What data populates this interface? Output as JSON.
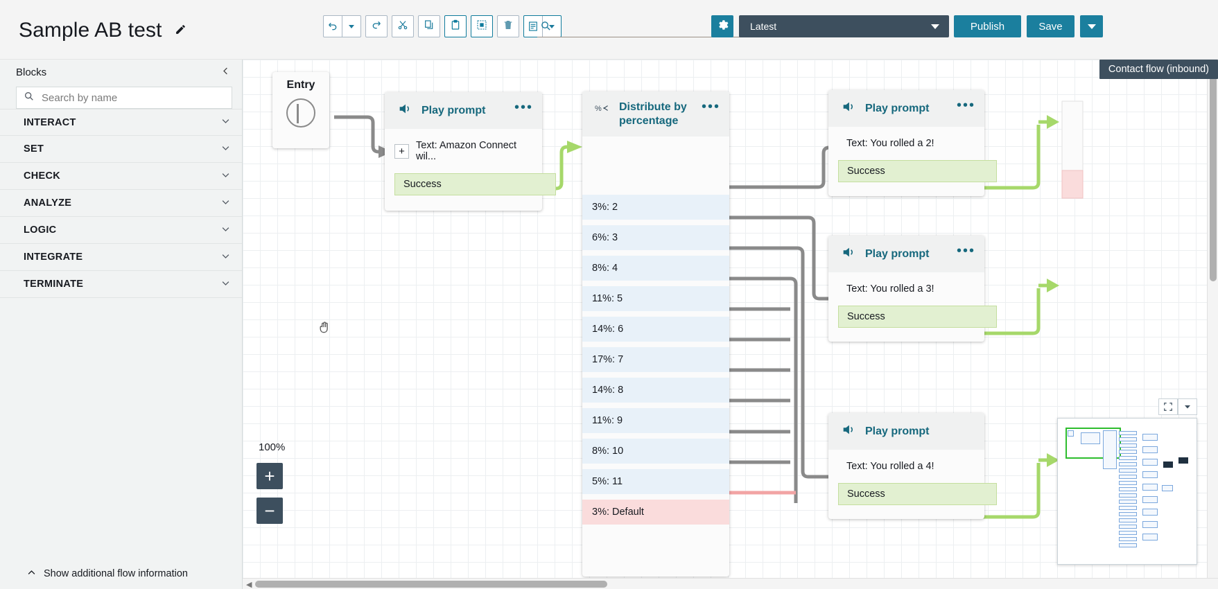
{
  "header": {
    "flow_title": "Sample AB test",
    "edit_icon": "pencil-icon",
    "toolbar": [
      {
        "name": "undo",
        "icon": "undo-icon",
        "has_caret": true
      },
      {
        "name": "redo",
        "icon": "redo-icon",
        "has_caret": false
      },
      {
        "name": "cut",
        "icon": "scissors-icon",
        "has_caret": false
      },
      {
        "name": "copy",
        "icon": "copy-icon",
        "has_caret": false
      },
      {
        "name": "paste",
        "icon": "clipboard-icon",
        "has_caret": false
      },
      {
        "name": "select-all",
        "icon": "select-all-icon",
        "has_caret": false
      },
      {
        "name": "delete",
        "icon": "trash-icon",
        "has_caret": false
      },
      {
        "name": "notes",
        "icon": "list-icon",
        "has_caret": true
      }
    ],
    "search": {
      "value": "",
      "placeholder": "",
      "icon": "search-icon"
    },
    "search_prev_icon": "chevron-up-icon",
    "search_next_icon": "chevron-down-icon",
    "settings_icon": "gear-icon",
    "version": {
      "selected": "Latest",
      "caret": "caret-down-icon"
    },
    "publish_label": "Publish",
    "save_label": "Save",
    "save_caret": "caret-down-icon"
  },
  "sidebar": {
    "title": "Blocks",
    "collapse_icon": "chevron-left-icon",
    "search": {
      "placeholder": "Search by name",
      "value": "",
      "icon": "search-icon"
    },
    "categories": [
      {
        "label": "INTERACT"
      },
      {
        "label": "SET"
      },
      {
        "label": "CHECK"
      },
      {
        "label": "ANALYZE"
      },
      {
        "label": "LOGIC"
      },
      {
        "label": "INTEGRATE"
      },
      {
        "label": "TERMINATE"
      }
    ],
    "footer": {
      "label": "Show additional flow information",
      "icon": "chevron-up-icon"
    }
  },
  "canvas": {
    "flow_type_badge": "Contact flow (inbound)",
    "zoom_level": "100%",
    "zoom_in_label": "+",
    "zoom_out_label": "−",
    "cursor_icon": "pan-hand-icon",
    "minimap": {
      "fit_icon": "fit-to-screen-icon",
      "caret_icon": "caret-down-icon"
    },
    "entry": {
      "label": "Entry",
      "icon": "entry-point-icon"
    },
    "nodes": [
      {
        "id": "play-prompt-intro",
        "title": "Play prompt",
        "icon": "speaker-icon",
        "menu_icon": "ellipsis-icon",
        "body_text": "Text: Amazon Connect wil...",
        "has_plus": true,
        "outputs": [
          {
            "label": "Success"
          }
        ]
      },
      {
        "id": "distribute-by-percentage",
        "title": "Distribute by percentage",
        "icon": "percent-branch-icon",
        "menu_icon": "ellipsis-icon",
        "outputs": [
          {
            "label": "3%: 2",
            "kind": "branch"
          },
          {
            "label": "6%: 3",
            "kind": "branch"
          },
          {
            "label": "8%: 4",
            "kind": "branch"
          },
          {
            "label": "11%: 5",
            "kind": "branch"
          },
          {
            "label": "14%: 6",
            "kind": "branch"
          },
          {
            "label": "17%: 7",
            "kind": "branch"
          },
          {
            "label": "14%: 8",
            "kind": "branch"
          },
          {
            "label": "11%: 9",
            "kind": "branch"
          },
          {
            "label": "8%: 10",
            "kind": "branch"
          },
          {
            "label": "5%: 11",
            "kind": "branch"
          },
          {
            "label": "3%: Default",
            "kind": "default"
          }
        ]
      },
      {
        "id": "play-prompt-2",
        "title": "Play prompt",
        "icon": "speaker-icon",
        "menu_icon": "ellipsis-icon",
        "body_text": "Text: You rolled a 2!",
        "has_plus": false,
        "outputs": [
          {
            "label": "Success"
          }
        ]
      },
      {
        "id": "play-prompt-3",
        "title": "Play prompt",
        "icon": "speaker-icon",
        "menu_icon": "ellipsis-icon",
        "body_text": "Text: You rolled a 3!",
        "has_plus": false,
        "outputs": [
          {
            "label": "Success"
          }
        ]
      },
      {
        "id": "play-prompt-4",
        "title": "Play prompt",
        "icon": "speaker-icon",
        "menu_icon": "ellipsis-icon",
        "body_text": "Text: You rolled a 4!",
        "has_plus": false,
        "outputs": [
          {
            "label": "Success"
          }
        ]
      }
    ]
  }
}
